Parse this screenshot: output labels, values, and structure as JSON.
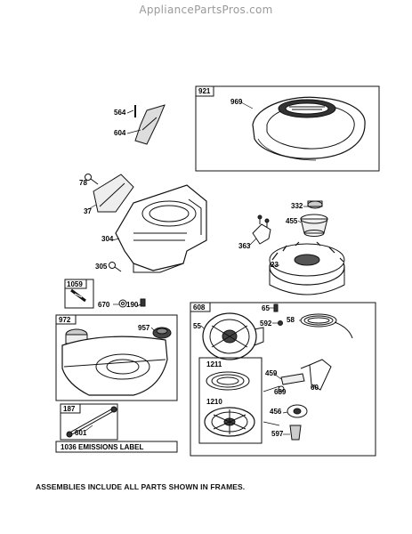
{
  "watermark": "AppliancePartsPros.com",
  "frames": {
    "f921": "921",
    "f1059": "1059",
    "f972": "972",
    "f187": "187",
    "f608": "608"
  },
  "emissions_label": "1036 EMISSIONS LABEL",
  "parts": {
    "p564": "564",
    "p604": "604",
    "p969": "969",
    "p78": "78",
    "p37": "37",
    "p304": "304",
    "p332": "332",
    "p455": "455",
    "p363": "363",
    "p23": "23",
    "p305": "305",
    "p670": "670",
    "p190": "190",
    "p65": "65",
    "p592": "592",
    "p58": "58",
    "p55": "55",
    "p957": "957",
    "p1211": "1211",
    "p459": "459",
    "p689": "689",
    "p60": "60",
    "p1210": "1210",
    "p456": "456",
    "p597": "597",
    "p601": "601"
  },
  "footer_note": "ASSEMBLIES INCLUDE ALL PARTS SHOWN IN FRAMES.",
  "colors": {
    "line": "#111111",
    "watermark": "#9a9a9a"
  }
}
